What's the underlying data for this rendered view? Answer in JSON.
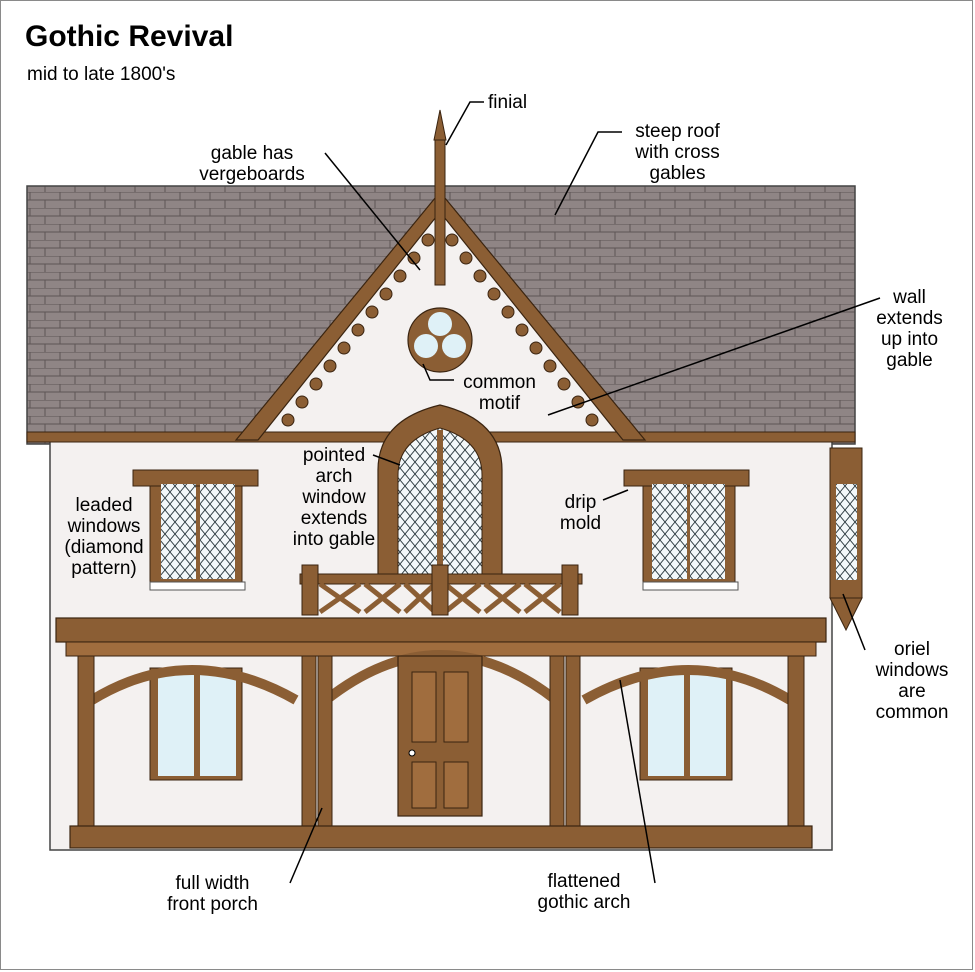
{
  "title": "Gothic Revival",
  "subtitle": "mid to late 1800's",
  "labels": {
    "finial": "finial",
    "steep_roof": "steep roof\nwith cross\ngables",
    "gable_vergeboards": "gable has\nvergeboards",
    "wall_extends": "wall\nextends\nup into\ngable",
    "common_motif": "common\nmotif",
    "pointed_arch": "pointed\narch\nwindow\nextends\ninto gable",
    "leaded_windows": "leaded\nwindows\n(diamond\npattern)",
    "drip_mold": "drip\nmold",
    "oriel_windows": "oriel\nwindows\nare\ncommon",
    "front_porch": "full width\nfront porch",
    "flattened_arch": "flattened\ngothic arch"
  },
  "colors": {
    "roof": "#8f8585",
    "wall": "#f4f1f0",
    "wood": "#8b5e34",
    "wood_dark": "#5a3a1c",
    "glass": "#dff1f7"
  }
}
